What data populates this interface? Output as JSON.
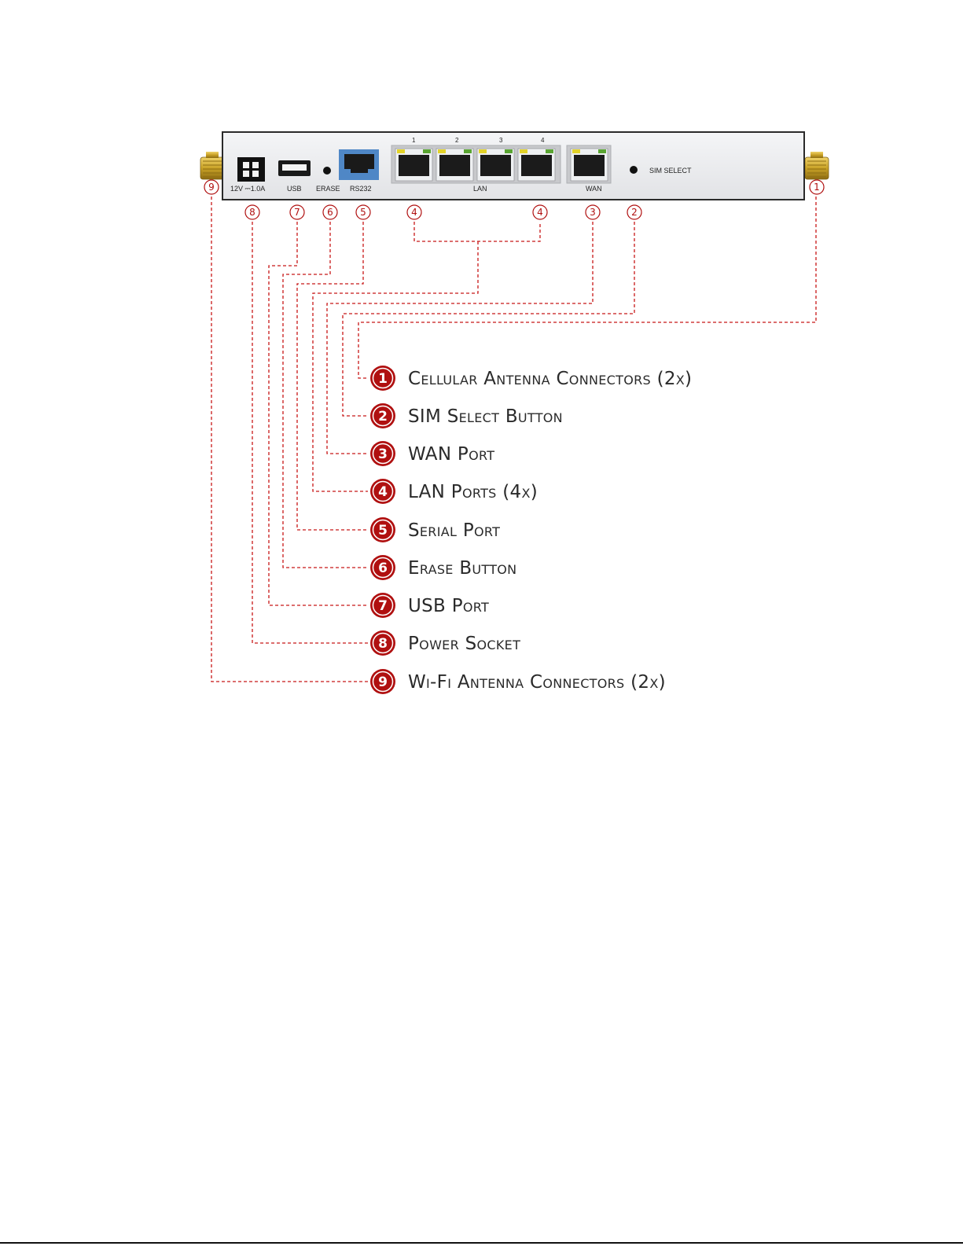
{
  "panel": {
    "power_label": "12V ⎓1.0A",
    "usb_label": "USB",
    "erase_label": "ERASE",
    "serial_label": "RS232",
    "lan_port_numbers": [
      "1",
      "2",
      "3",
      "4"
    ],
    "lan_label": "LAN",
    "wan_label": "WAN",
    "sim_label": "SIM SELECT"
  },
  "callouts": {
    "c1": "1",
    "c2": "2",
    "c3": "3",
    "c4a": "4",
    "c4b": "4",
    "c5": "5",
    "c6": "6",
    "c7": "7",
    "c8": "8",
    "c9": "9"
  },
  "legend": [
    {
      "num": "1",
      "label": "Cellular Antenna Connectors (2x)"
    },
    {
      "num": "2",
      "label": "SIM Select Button"
    },
    {
      "num": "3",
      "label": "WAN Port"
    },
    {
      "num": "4",
      "label": "LAN Ports (4x)"
    },
    {
      "num": "5",
      "label": "Serial Port"
    },
    {
      "num": "6",
      "label": "Erase Button"
    },
    {
      "num": "7",
      "label": "USB Port"
    },
    {
      "num": "8",
      "label": "Power Socket"
    },
    {
      "num": "9",
      "label": "Wi-Fi Antenna Connectors (2x)"
    }
  ],
  "colors": {
    "accent_red": "#b01010",
    "panel_bg": "#ecedef",
    "antenna_gold": "#c9a227",
    "serial_blue": "#4f87c6",
    "led_yellow": "#e2d22a",
    "led_green": "#5aa532"
  }
}
